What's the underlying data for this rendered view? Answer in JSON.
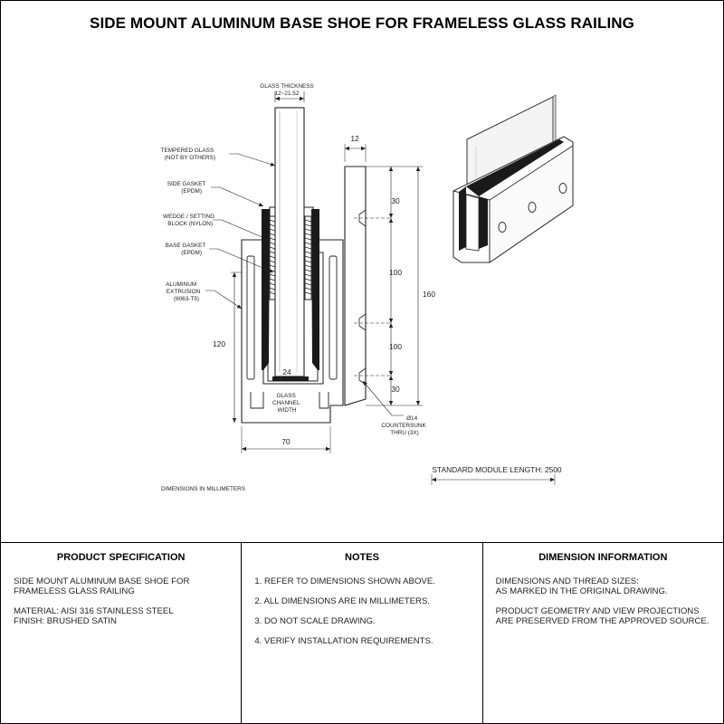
{
  "title": "SIDE MOUNT ALUMINUM BASE SHOE FOR FRAMELESS GLASS RAILING",
  "drawing": {
    "labels": {
      "glass_thickness": "GLASS THICKNESS",
      "glass_thickness_value": "12~21.52",
      "tempered_glass": [
        "TEMPERED GLASS",
        "(NOT BY OTHERS)"
      ],
      "side_gasket": [
        "SIDE GASKET",
        "(EPDM)"
      ],
      "wedge": [
        "WEDGE / SETTING",
        "BLOCK (NYLON)"
      ],
      "base_gasket": [
        "BASE GASKET",
        "(EPDM)"
      ],
      "extrusion": [
        "ALUMINUM",
        "EXTRUSION",
        "(6063-T5)"
      ],
      "channel": [
        "GLASS",
        "CHANNEL",
        "WIDTH"
      ],
      "countersunk": [
        "Ø14",
        "COUNTERSUNK",
        "THRU (3X)"
      ],
      "units_note": "DIMENSIONS IN MILLIMETERS",
      "module_length": "STANDARD MODULE LENGTH: 2500"
    },
    "dims": {
      "width": "70",
      "height_left": "120",
      "channel": "24",
      "plate": "12",
      "total": "160",
      "top_offset": "30",
      "spacing_1": "100",
      "spacing_2": "100",
      "bottom_offset": "30"
    }
  },
  "panels": {
    "spec": {
      "title": "PRODUCT SPECIFICATION",
      "lines": [
        "SIDE MOUNT ALUMINUM BASE SHOE FOR\nFRAMELESS GLASS RAILING",
        "MATERIAL: AISI 316 STAINLESS STEEL\nFINISH: BRUSHED SATIN"
      ]
    },
    "notes": {
      "title": "NOTES",
      "lines": [
        "1. REFER TO DIMENSIONS SHOWN ABOVE.",
        "2. ALL DIMENSIONS ARE IN MILLIMETERS.",
        "3. DO NOT SCALE DRAWING.",
        "4. VERIFY INSTALLATION REQUIREMENTS."
      ]
    },
    "dimension_info": {
      "title": "DIMENSION INFORMATION",
      "lines": [
        "DIMENSIONS AND THREAD SIZES:\nAS MARKED IN THE ORIGINAL DRAWING.",
        "PRODUCT GEOMETRY AND VIEW PROJECTIONS\nARE PRESERVED FROM THE APPROVED SOURCE."
      ]
    }
  }
}
